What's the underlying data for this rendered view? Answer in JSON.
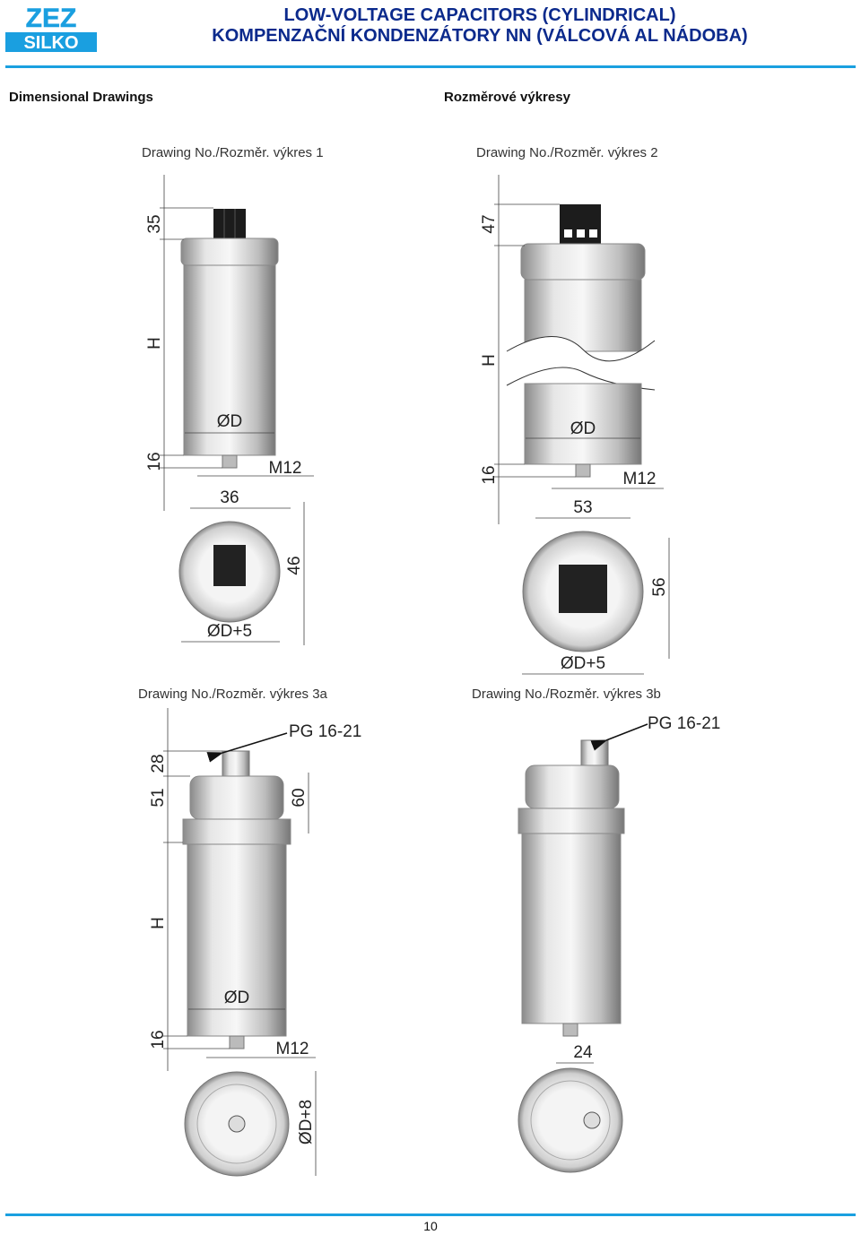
{
  "logo": {
    "line1": "ZEZ",
    "line2": "SILKO",
    "color": "#1a9fe0"
  },
  "header": {
    "title_en": "LOW-VOLTAGE CAPACITORS (CYLINDRICAL)",
    "title_cz": "KOMPENZAČNÍ KONDENZÁTORY NN (VÁLCOVÁ AL NÁDOBA)"
  },
  "sections": {
    "left": "Dimensional Drawings",
    "right": "Rozměrové výkresy"
  },
  "drawings": {
    "d1": {
      "title": "Drawing No./Rozměr. výkres 1",
      "dim_top": "35",
      "dim_h": "H",
      "dim_d": "ØD",
      "dim_bottom": "16",
      "dim_thread": "M12",
      "dim_width": "36",
      "dim_depth": "46",
      "dim_outer": "ØD+5"
    },
    "d2": {
      "title": "Drawing No./Rozměr. výkres 2",
      "dim_top": "47",
      "dim_h": "H",
      "dim_d": "ØD",
      "dim_bottom": "16",
      "dim_thread": "M12",
      "dim_width": "53",
      "dim_depth": "56",
      "dim_outer": "ØD+5"
    },
    "d3a": {
      "title": "Drawing No./Rozměr. výkres 3a",
      "gland": "PG 16-21",
      "dim_top1": "28",
      "dim_top2": "51",
      "dim_cap": "60",
      "dim_h": "H",
      "dim_d": "ØD",
      "dim_bottom": "16",
      "dim_thread": "M12",
      "dim_outer": "ØD+8"
    },
    "d3b": {
      "title": "Drawing No./Rozměr. výkres 3b",
      "gland": "PG 16-21",
      "dim_width": "24"
    }
  },
  "page_number": "10",
  "accent_color": "#1aa0e0"
}
